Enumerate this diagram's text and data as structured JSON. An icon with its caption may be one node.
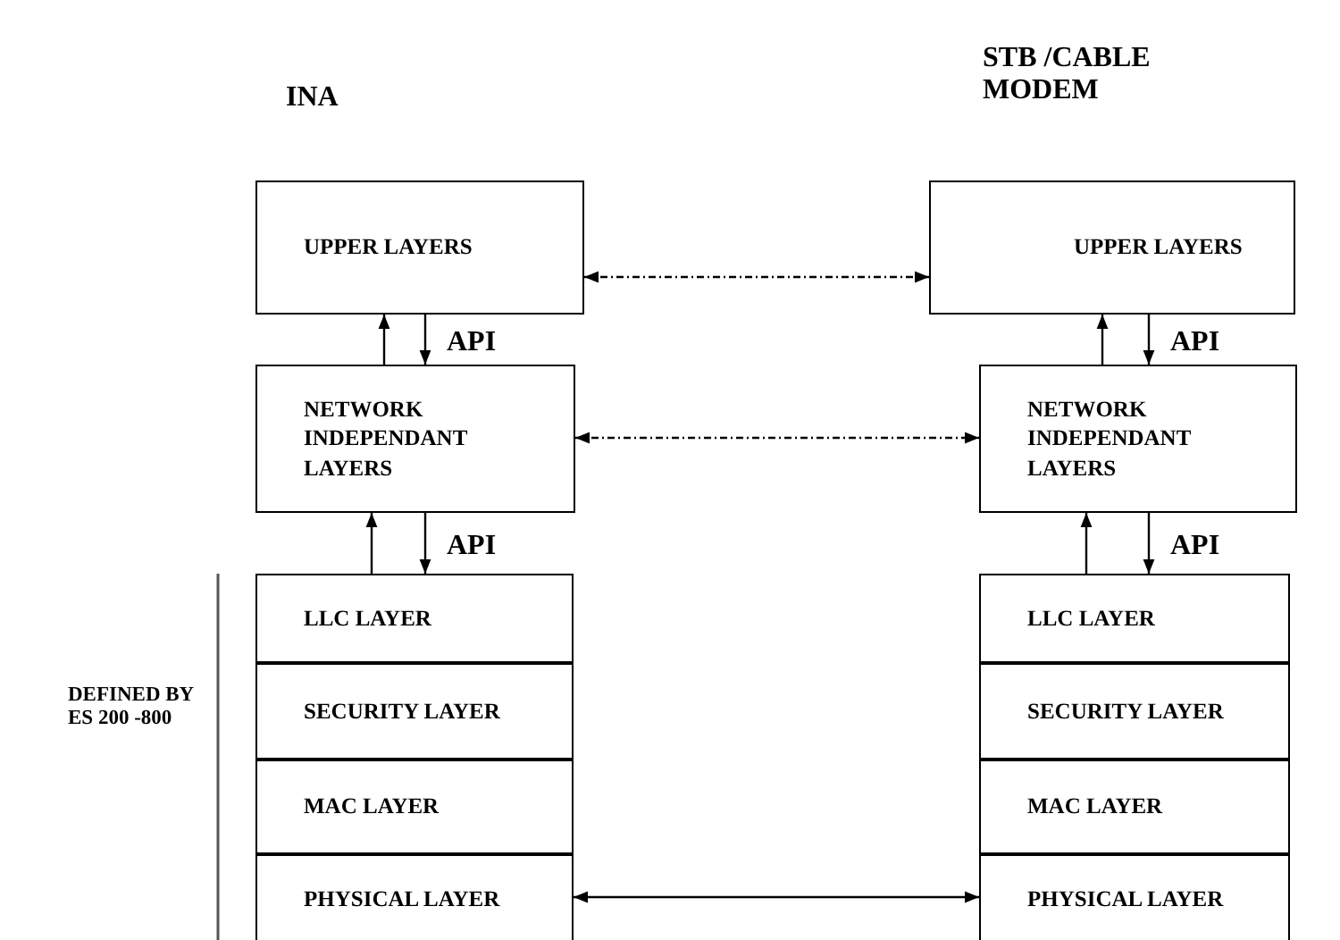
{
  "diagram": {
    "nodes": [
      {
        "text": [
          "UPPER LAYERS"
        ]
      },
      {
        "text": [
          "NETWORK INDEPENDANT LAYERS"
        ]
      },
      {
        "text": [
          "LLC LAYER"
        ]
      },
      {
        "text": [
          "SECURITY LAYER"
        ]
      },
      {
        "text": [
          "MAC LAYER"
        ]
      },
      {
        "text": [
          "PHYSICAL LAYER"
        ]
      },
      {
        "text": [
          "UPPER LAYERS"
        ]
      },
      {
        "text": [
          "NETWORK INDEPENDANT LAYERS"
        ]
      },
      {
        "text": [
          "LLC LAYER"
        ]
      },
      {
        "text": [
          "SECURITY LAYER"
        ]
      },
      {
        "text": [
          "MAC LAYER"
        ]
      },
      {
        "text": [
          "PHYSICAL LAYER"
        ]
      }
    ],
    "edges": [
      {
        "from": 1,
        "to": 0,
        "arrow": "to"
      },
      {
        "from": 0,
        "to": 1,
        "arrow": "to",
        "label": "API"
      },
      {
        "from": 2,
        "to": 1,
        "arrow": "to"
      },
      {
        "from": 1,
        "to": 2,
        "arrow": "to",
        "label": "API"
      },
      {
        "from": 7,
        "to": 6,
        "arrow": "to"
      },
      {
        "from": 6,
        "to": 7,
        "arrow": "to",
        "label": "API"
      },
      {
        "from": 8,
        "to": 7,
        "arrow": "to"
      },
      {
        "from": 7,
        "to": 8,
        "arrow": "to",
        "label": "API"
      },
      {
        "from": 0,
        "to": 6,
        "arrow": "both",
        "style": "dashed"
      },
      {
        "from": 1,
        "to": 7,
        "arrow": "both",
        "style": "dashed"
      },
      {
        "from": 5,
        "to": 11,
        "arrow": "both"
      }
    ],
    "labels": [
      "INA",
      "STB /CABLE MODEM",
      "DEFINED BY ES 200 -800"
    ]
  }
}
